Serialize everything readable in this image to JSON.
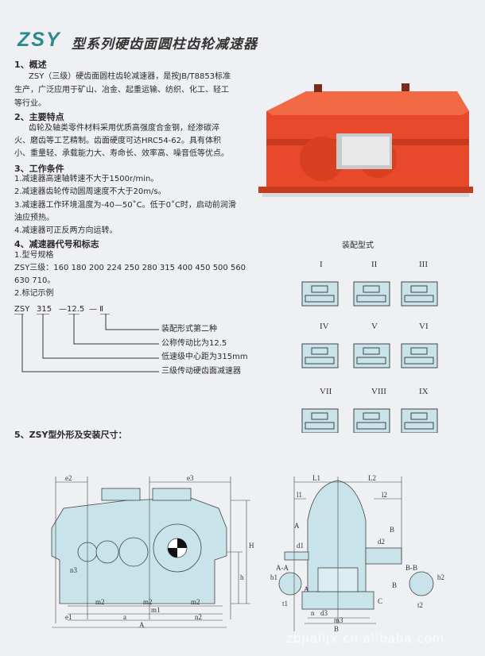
{
  "title": {
    "model": "ZSY",
    "text": "型系列硬齿面圆柱齿轮减速器"
  },
  "sections": {
    "s1": {
      "heading": "1、概述",
      "lines": [
        "ZSY（三级）硬齿面圆柱齿轮减速器，是按JB/T8853标准",
        "生产，广泛应用于矿山、冶金、起重运输、纺织、化工、轻工",
        "等行业。"
      ]
    },
    "s2": {
      "heading": "2、主要特点",
      "lines": [
        "齿轮及轴类零件材料采用优质高强度合金钢，经渗碳淬",
        "火、磨齿等工艺精制。齿面硬度可达HRC54-62。具有体积",
        "小、重量轻、承载能力大、寿命长、效率高、噪音低等优点。"
      ]
    },
    "s3": {
      "heading": "3、工作条件",
      "lines": [
        "1.减速器高速轴转速不大于1500r/min。",
        "2.减速器齿轮传动圆周速度不大于20m/s。",
        "3.减速器工作环境温度为-40—50˚C。低于0˚C时，启动前润滑",
        "油应预热。",
        "4.减速器可正反两方向运转。"
      ]
    },
    "s4": {
      "heading": "4、减速器代号和标志",
      "sub1": "1.型号规格",
      "spec_lines": [
        "ZSY三级：160  180  200  224  250  280  315  400  450  500  560",
        "630  710。"
      ],
      "sub2": "2.标记示例",
      "code": {
        "model": "ZSY",
        "distance": "315",
        "ratio": "—12.5",
        "form": "— Ⅱ"
      },
      "legend": [
        "装配形式第二种",
        "公称传动比为12.5",
        "低速级中心距为315mm",
        "三级传动硬齿面减速器"
      ]
    },
    "s5": {
      "heading": "5、ZSY型外形及安装尺寸："
    }
  },
  "assembly": {
    "title": "装配型式",
    "forms": [
      "I",
      "II",
      "III",
      "IV",
      "V",
      "VI",
      "VII",
      "VIII",
      "IX"
    ]
  },
  "front_view": {
    "labels": [
      "e2",
      "e3",
      "H",
      "h",
      "n3",
      "m2",
      "m2",
      "m2",
      "m1",
      "e1",
      "a",
      "n2",
      "A"
    ]
  },
  "side_view": {
    "labels": [
      "L1",
      "L2",
      "l1",
      "l2",
      "A",
      "B",
      "d1",
      "d2",
      "A-A",
      "B-B",
      "b1",
      "b2",
      "t1",
      "t2",
      "A",
      "B",
      "C",
      "n",
      "d3",
      "m3",
      "B"
    ]
  },
  "watermark": "zbjialijx.cn.alibaba.com",
  "colors": {
    "accent": "#2c8a8c",
    "gearbox": "#e8492a",
    "drawing_fill": "#c9e3ea"
  }
}
